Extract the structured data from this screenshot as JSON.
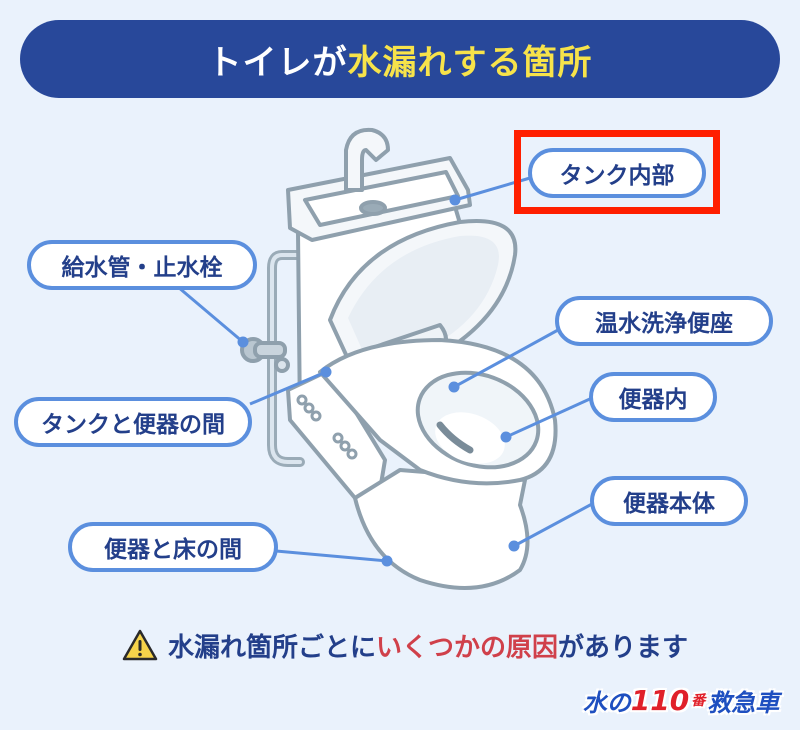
{
  "title": {
    "part1": "トイレが",
    "part2": "水漏れする箇所",
    "colors": {
      "background": "#28489a",
      "part1": "#ffffff",
      "part2": "#f7e34a"
    }
  },
  "labels": [
    {
      "id": "tank-inside",
      "text": "タンク内部",
      "highlighted": true
    },
    {
      "id": "supply-pipe",
      "text": "給水管・止水栓"
    },
    {
      "id": "washlet",
      "text": "温水洗浄便座"
    },
    {
      "id": "bowl-inside",
      "text": "便器内"
    },
    {
      "id": "tank-bowl-gap",
      "text": "タンクと便器の間"
    },
    {
      "id": "bowl-body",
      "text": "便器本体"
    },
    {
      "id": "bowl-floor-gap",
      "text": "便器と床の間"
    }
  ],
  "footer": {
    "icon": "warning-icon",
    "part1": "水漏れ箇所ごとに",
    "part2": "いくつかの原因",
    "part3": "があります",
    "colors": {
      "text": "#233f8a",
      "emphasis": "#d0404a"
    }
  },
  "brand": {
    "part1": "水の",
    "number": "110",
    "small": "番",
    "part2": "救急車"
  },
  "colors": {
    "background": "#eaf2fc",
    "label_border": "#5b8fde",
    "label_text": "#233f8a",
    "highlight": "#ff1f00",
    "leader_line": "#5b8fde"
  }
}
